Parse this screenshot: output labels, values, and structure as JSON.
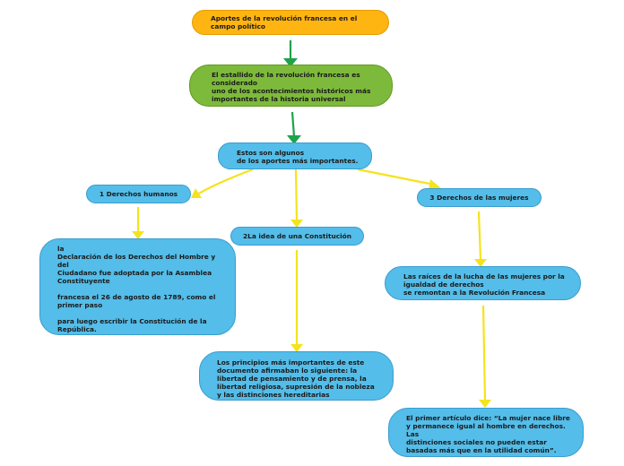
{
  "colors": {
    "root_fill": "#ffb511",
    "intro_fill": "#7dba3b",
    "node_fill": "#54bde9",
    "green_connector": "#1ea34a",
    "yellow_connector": "#f5e31c"
  },
  "nodes": {
    "root": "Aportes de la revolución francesa en el\ncampo político",
    "intro": "El estallido de la revolución francesa es\nconsiderado\nuno de los acontecimientos históricos más\nimportantes de la historia universal",
    "aportes": "Estos son algunos\nde los aportes más importantes.",
    "branch1": "1 Derechos humanos",
    "branch2": "2La idea de una Constitución",
    "branch3": "3 Derechos de las mujeres",
    "detail1": "la\nDeclaración de los Derechos del Hombre y\ndel\nCiudadano fue adoptada por la Asamblea\nConstituyente\n\nfrancesa el 26 de agosto de 1789, como el\nprimer paso\n\npara luego escribir la Constitución de la\nRepública.",
    "detail2": "Los principios más importantes de este\ndocumento afirmaban lo siguiente: la\nlibertad de pensamiento y de prensa, la\nlibertad religiosa, supresión de la nobleza\ny las distinciones hereditarias",
    "detail3a": "Las raíces de la lucha de las mujeres por la\nigualdad de derechos\nse remontan a la Revolución Francesa",
    "detail3b": "El primer artículo dice: “La mujer nace libre\ny permanece igual al hombre en derechos.\nLas\ndistinciones sociales no pueden estar\nbasadas más que en la utilidad común”."
  }
}
